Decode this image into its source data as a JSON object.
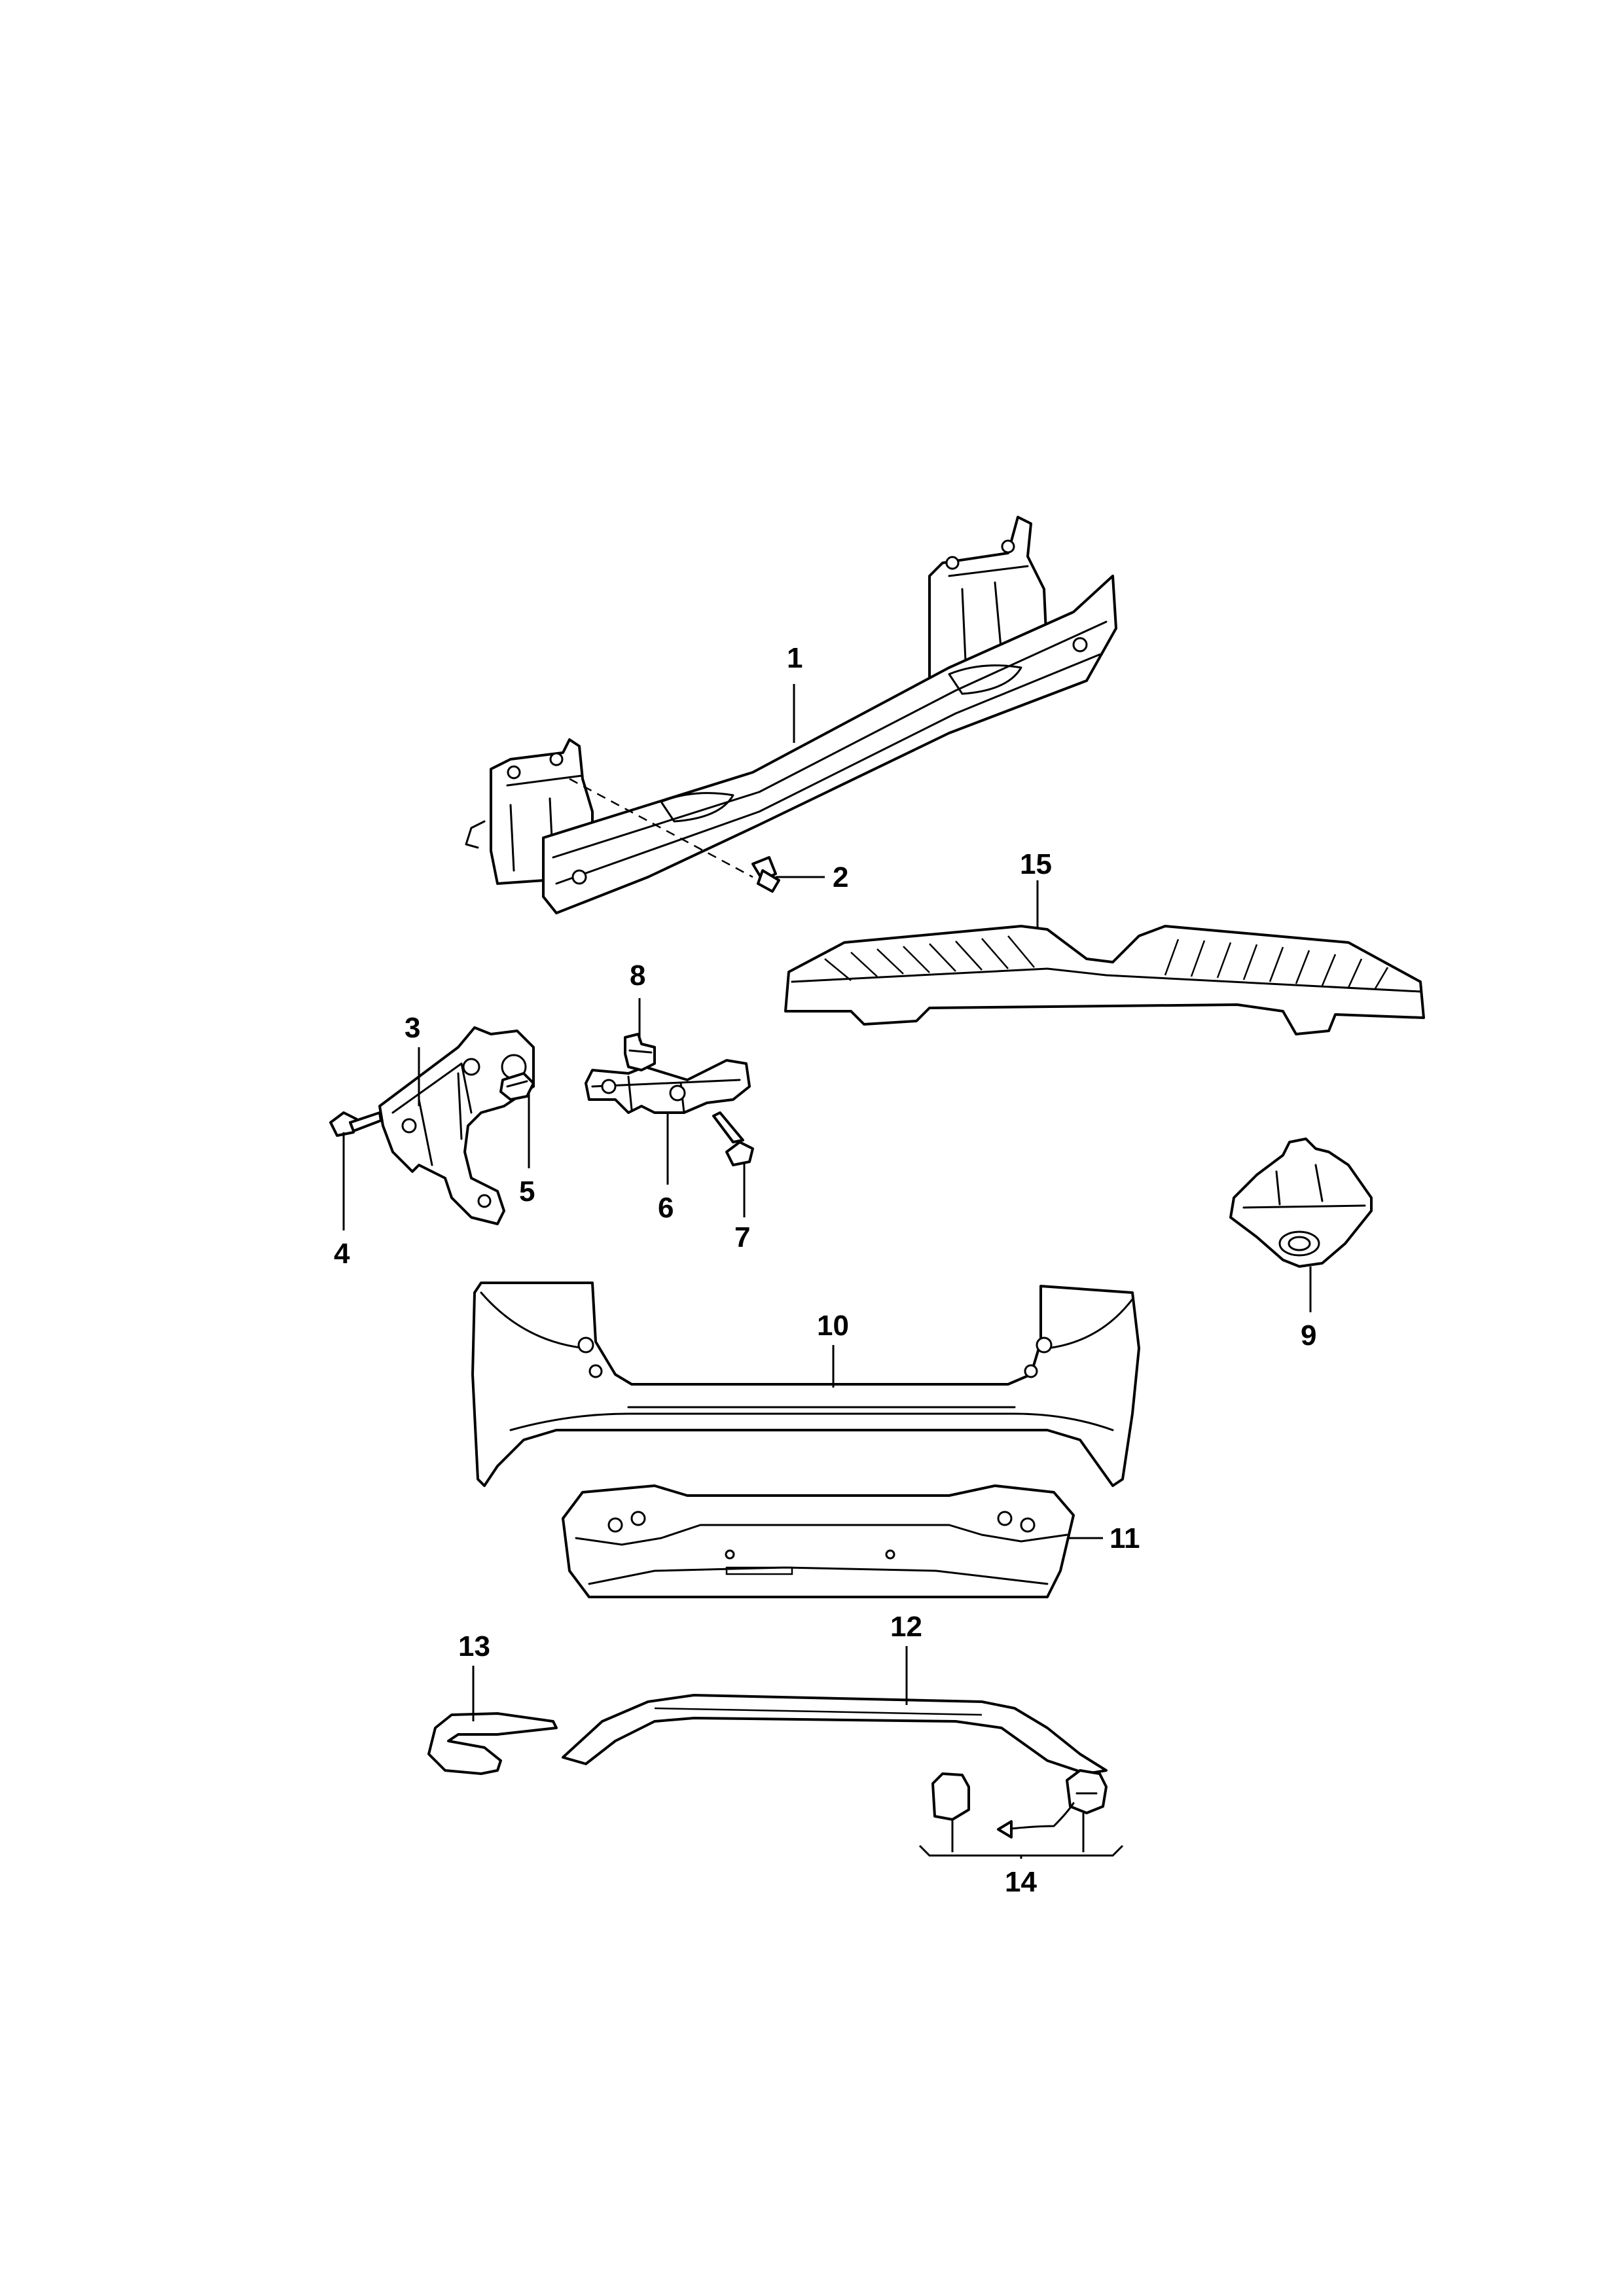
{
  "callouts": [
    {
      "id": "1",
      "text": "1"
    },
    {
      "id": "2",
      "text": "2"
    },
    {
      "id": "3",
      "text": "3"
    },
    {
      "id": "4",
      "text": "4"
    },
    {
      "id": "5",
      "text": "5"
    },
    {
      "id": "6",
      "text": "6"
    },
    {
      "id": "7",
      "text": "7"
    },
    {
      "id": "8",
      "text": "8"
    },
    {
      "id": "9",
      "text": "9"
    },
    {
      "id": "10",
      "text": "10"
    },
    {
      "id": "11",
      "text": "11"
    },
    {
      "id": "12",
      "text": "12"
    },
    {
      "id": "13",
      "text": "13"
    },
    {
      "id": "14",
      "text": "14"
    },
    {
      "id": "15",
      "text": "15"
    }
  ],
  "colors": {
    "line": "#000000",
    "background": "#ffffff"
  }
}
